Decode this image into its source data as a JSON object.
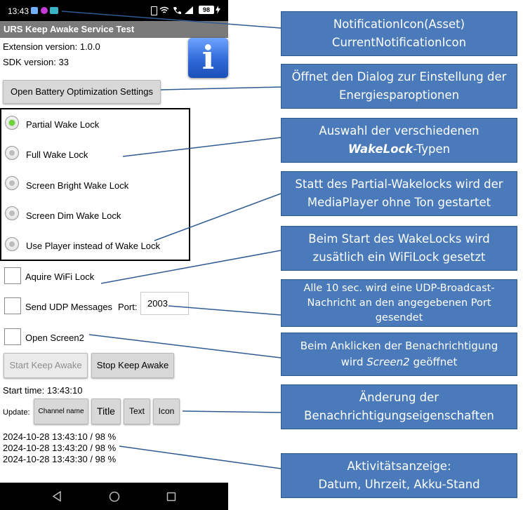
{
  "status_bar": {
    "time": "13:43",
    "battery": "98",
    "icons": [
      "screen-capture-icon",
      "app-notification-icon",
      "custom-notification-icon",
      "vibrate-icon",
      "wifi-icon",
      "call-icon",
      "signal-icon",
      "battery-icon",
      "charging-icon"
    ]
  },
  "app": {
    "title": "URS Keep Awake Service Test",
    "extension_version": "Extension version:  1.0.0",
    "sdk_version": "SDK version:  33",
    "info_icon_letter": "i",
    "battery_button": "Open Battery Optimization Settings",
    "radio_options": [
      {
        "label": "Partial Wake Lock",
        "checked": true
      },
      {
        "label": "Full Wake Lock",
        "checked": false
      },
      {
        "label": "Screen Bright Wake Lock",
        "checked": false
      },
      {
        "label": "Screen Dim Wake Lock",
        "checked": false
      },
      {
        "label": "Use Player instead of Wake Lock",
        "checked": false
      }
    ],
    "wifi_lock_label": "Aquire WiFi Lock",
    "udp_label": "Send UDP Messages",
    "port_label": "Port:",
    "port_value": "2003",
    "screen2_label": "Open Screen2",
    "start_button": "Start Keep Awake",
    "stop_button": "Stop Keep Awake",
    "start_time": "Start time:  13:43:10",
    "update_label": "Update:",
    "update_buttons": {
      "channel": "Channel name",
      "title": "Title",
      "text": "Text",
      "icon": "Icon"
    },
    "log": [
      "2024-10-28 13:43:10 / 98 %",
      "2024-10-28 13:43:20 / 98 %",
      "2024-10-28 13:43:30 / 98 %"
    ]
  },
  "nav_bar": {
    "icons": [
      "back-icon",
      "home-icon",
      "recents-icon"
    ]
  },
  "callouts": {
    "notification": {
      "line1": "NotificationIcon(Asset)",
      "line2": "CurrentNotificationIcon"
    },
    "battery": {
      "line1": "Öffnet den Dialog zur Einstellung der",
      "line2": "Energiesparoptionen"
    },
    "wakelock": {
      "line1": "Auswahl der verschiedenen",
      "line2_em": "WakeLock",
      "line2_rest": "-Typen"
    },
    "player": {
      "line1": "Statt des Partial-Wakelocks wird der",
      "line2": "MediaPlayer ohne Ton gestartet"
    },
    "wifi": {
      "line1": "Beim Start des WakeLocks wird",
      "line2": "zusätlich ein WiFiLock gesetzt"
    },
    "udp": {
      "line1": "Alle 10 sec. wird eine UDP-Broadcast-",
      "line2": "Nachricht an den angegebenen Port",
      "line3": "gesendet"
    },
    "screen2": {
      "line1": "Beim Anklicken der Benachrichtigung",
      "line2_pre": "wird ",
      "line2_em": "Screen2",
      "line2_rest": " geöffnet"
    },
    "update": {
      "line1": "Änderung der",
      "line2": "Benachrichtigungseigenschaften"
    },
    "activity": {
      "line1": "Aktivitätsanzeige:",
      "line2": "Datum, Uhrzeit, Akku-Stand"
    }
  },
  "colors": {
    "callout_bg": "#4a7ab9",
    "callout_border": "#2f5b93",
    "radio_checked": "#6ad235",
    "info_icon": "#2f6ad8"
  }
}
